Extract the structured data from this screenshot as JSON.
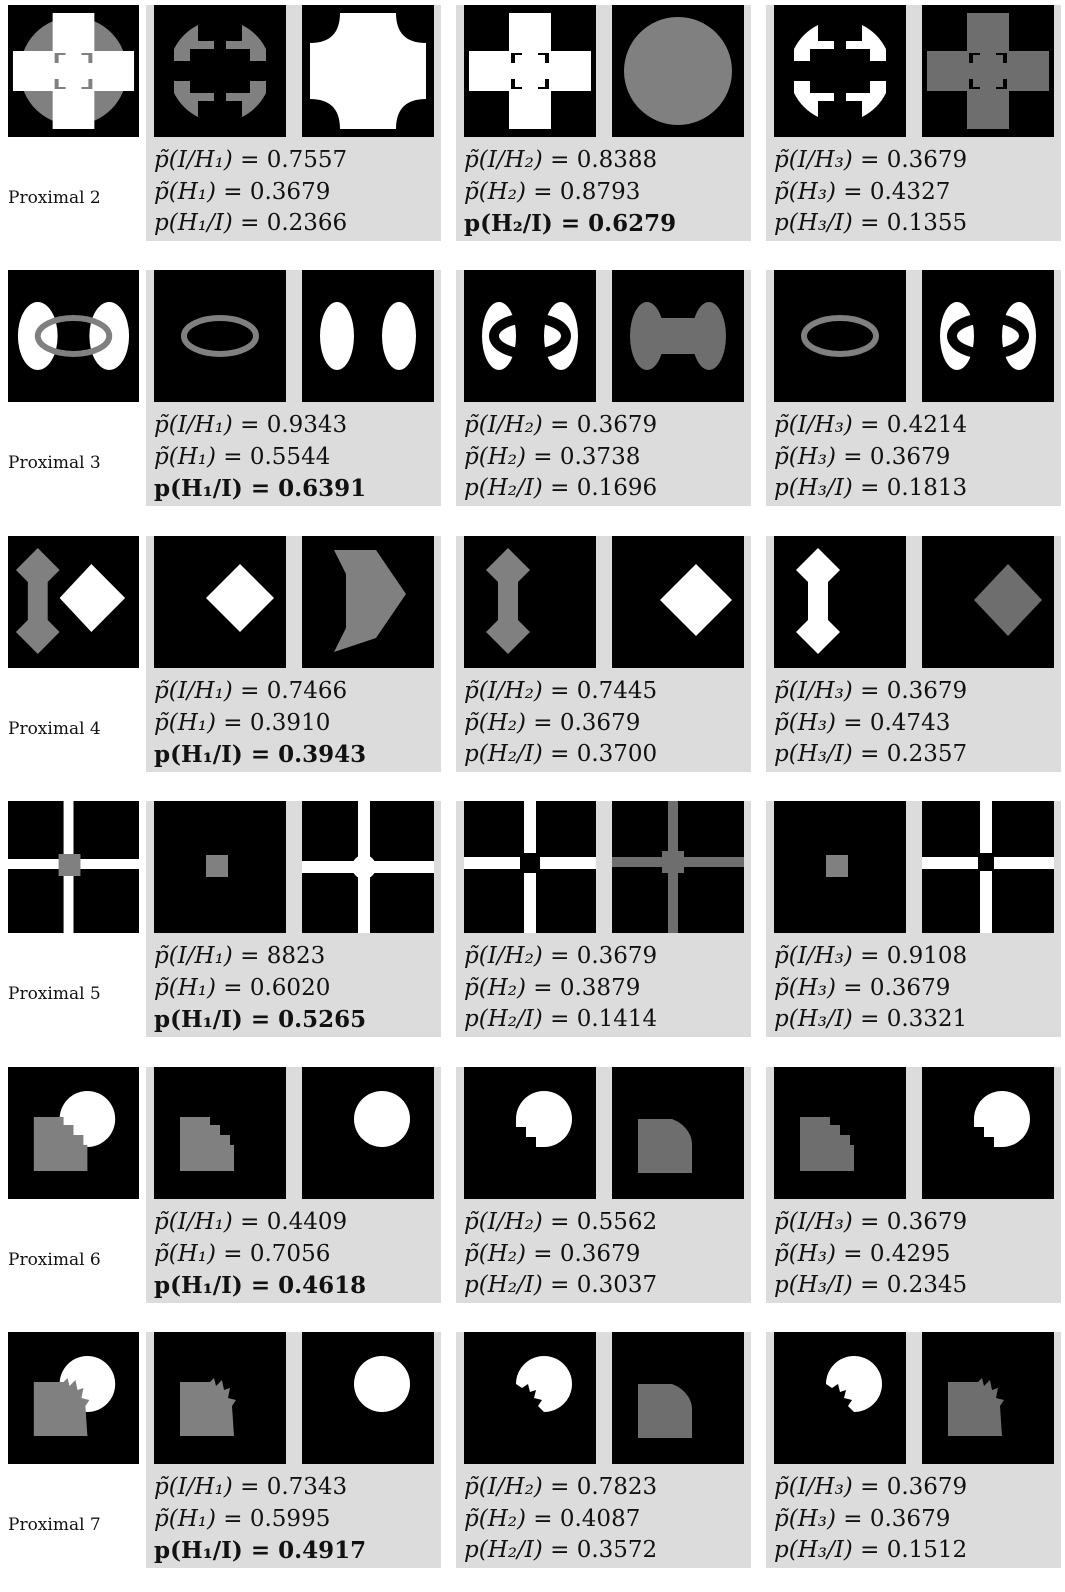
{
  "colors": {
    "background": "#000000",
    "white": "#ffffff",
    "gray": "#808080",
    "dark_gray": "#6e6e6e",
    "panel": "#dcdcdc"
  },
  "rows": [
    {
      "label": "Proximal 2",
      "hyps": [
        {
          "l1_lhs": "p̃(I/H₁)",
          "l1_val": "0.7557",
          "l2_lhs": "p̃(H₁)",
          "l2_val": "0.3679",
          "l3_lhs": "p(H₁/I)",
          "l3_val": "0.2366",
          "bold": false
        },
        {
          "l1_lhs": "p̃(I/H₂)",
          "l1_val": "0.8388",
          "l2_lhs": "p̃(H₂)",
          "l2_val": "0.8793",
          "l3_lhs": "p(H₂/I)",
          "l3_val": "0.6279",
          "bold": true
        },
        {
          "l1_lhs": "p̃(I/H₃)",
          "l1_val": "0.3679",
          "l2_lhs": "p̃(H₃)",
          "l2_val": "0.4327",
          "l3_lhs": "p(H₃/I)",
          "l3_val": "0.1355",
          "bold": false
        }
      ]
    },
    {
      "label": "Proximal 3",
      "hyps": [
        {
          "l1_lhs": "p̃(I/H₁)",
          "l1_val": "0.9343",
          "l2_lhs": "p̃(H₁)",
          "l2_val": "0.5544",
          "l3_lhs": "p(H₁/I)",
          "l3_val": "0.6391",
          "bold": true
        },
        {
          "l1_lhs": "p̃(I/H₂)",
          "l1_val": "0.3679",
          "l2_lhs": "p̃(H₂)",
          "l2_val": "0.3738",
          "l3_lhs": "p(H₂/I)",
          "l3_val": "0.1696",
          "bold": false
        },
        {
          "l1_lhs": "p̃(I/H₃)",
          "l1_val": "0.4214",
          "l2_lhs": "p̃(H₃)",
          "l2_val": "0.3679",
          "l3_lhs": "p(H₃/I)",
          "l3_val": "0.1813",
          "bold": false
        }
      ]
    },
    {
      "label": "Proximal 4",
      "hyps": [
        {
          "l1_lhs": "p̃(I/H₁)",
          "l1_val": "0.7466",
          "l2_lhs": "p̃(H₁)",
          "l2_val": "0.3910",
          "l3_lhs": "p(H₁/I)",
          "l3_val": "0.3943",
          "bold": true
        },
        {
          "l1_lhs": "p̃(I/H₂)",
          "l1_val": "0.7445",
          "l2_lhs": "p̃(H₂)",
          "l2_val": "0.3679",
          "l3_lhs": "p(H₂/I)",
          "l3_val": "0.3700",
          "bold": false
        },
        {
          "l1_lhs": "p̃(I/H₃)",
          "l1_val": "0.3679",
          "l2_lhs": "p̃(H₃)",
          "l2_val": "0.4743",
          "l3_lhs": "p(H₃/I)",
          "l3_val": "0.2357",
          "bold": false
        }
      ]
    },
    {
      "label": "Proximal 5",
      "hyps": [
        {
          "l1_lhs": "p̃(I/H₁)",
          "l1_val": "8823",
          "l2_lhs": "p̃(H₁)",
          "l2_val": "0.6020",
          "l3_lhs": "p(H₁/I)",
          "l3_val": "0.5265",
          "bold": true
        },
        {
          "l1_lhs": "p̃(I/H₂)",
          "l1_val": "0.3679",
          "l2_lhs": "p̃(H₂)",
          "l2_val": "0.3879",
          "l3_lhs": "p(H₂/I)",
          "l3_val": "0.1414",
          "bold": false
        },
        {
          "l1_lhs": "p̃(I/H₃)",
          "l1_val": "0.9108",
          "l2_lhs": "p̃(H₃)",
          "l2_val": "0.3679",
          "l3_lhs": "p(H₃/I)",
          "l3_val": "0.3321",
          "bold": false
        }
      ]
    },
    {
      "label": "Proximal 6",
      "hyps": [
        {
          "l1_lhs": "p̃(I/H₁)",
          "l1_val": "0.4409",
          "l2_lhs": "p̃(H₁)",
          "l2_val": "0.7056",
          "l3_lhs": "p(H₁/I)",
          "l3_val": "0.4618",
          "bold": true
        },
        {
          "l1_lhs": "p̃(I/H₂)",
          "l1_val": "0.5562",
          "l2_lhs": "p̃(H₂)",
          "l2_val": "0.3679",
          "l3_lhs": "p(H₂/I)",
          "l3_val": "0.3037",
          "bold": false
        },
        {
          "l1_lhs": "p̃(I/H₃)",
          "l1_val": "0.3679",
          "l2_lhs": "p̃(H₃)",
          "l2_val": "0.4295",
          "l3_lhs": "p(H₃/I)",
          "l3_val": "0.2345",
          "bold": false
        }
      ]
    },
    {
      "label": "Proximal 7",
      "hyps": [
        {
          "l1_lhs": "p̃(I/H₁)",
          "l1_val": "0.7343",
          "l2_lhs": "p̃(H₁)",
          "l2_val": "0.5995",
          "l3_lhs": "p(H₁/I)",
          "l3_val": "0.4917",
          "bold": true
        },
        {
          "l1_lhs": "p̃(I/H₂)",
          "l1_val": "0.7823",
          "l2_lhs": "p̃(H₂)",
          "l2_val": "0.4087",
          "l3_lhs": "p(H₂/I)",
          "l3_val": "0.3572",
          "bold": false
        },
        {
          "l1_lhs": "p̃(I/H₃)",
          "l1_val": "0.3679",
          "l2_lhs": "p̃(H₃)",
          "l2_val": "0.3679",
          "l3_lhs": "p(H₃/I)",
          "l3_val": "0.1512",
          "bold": false
        }
      ]
    }
  ]
}
